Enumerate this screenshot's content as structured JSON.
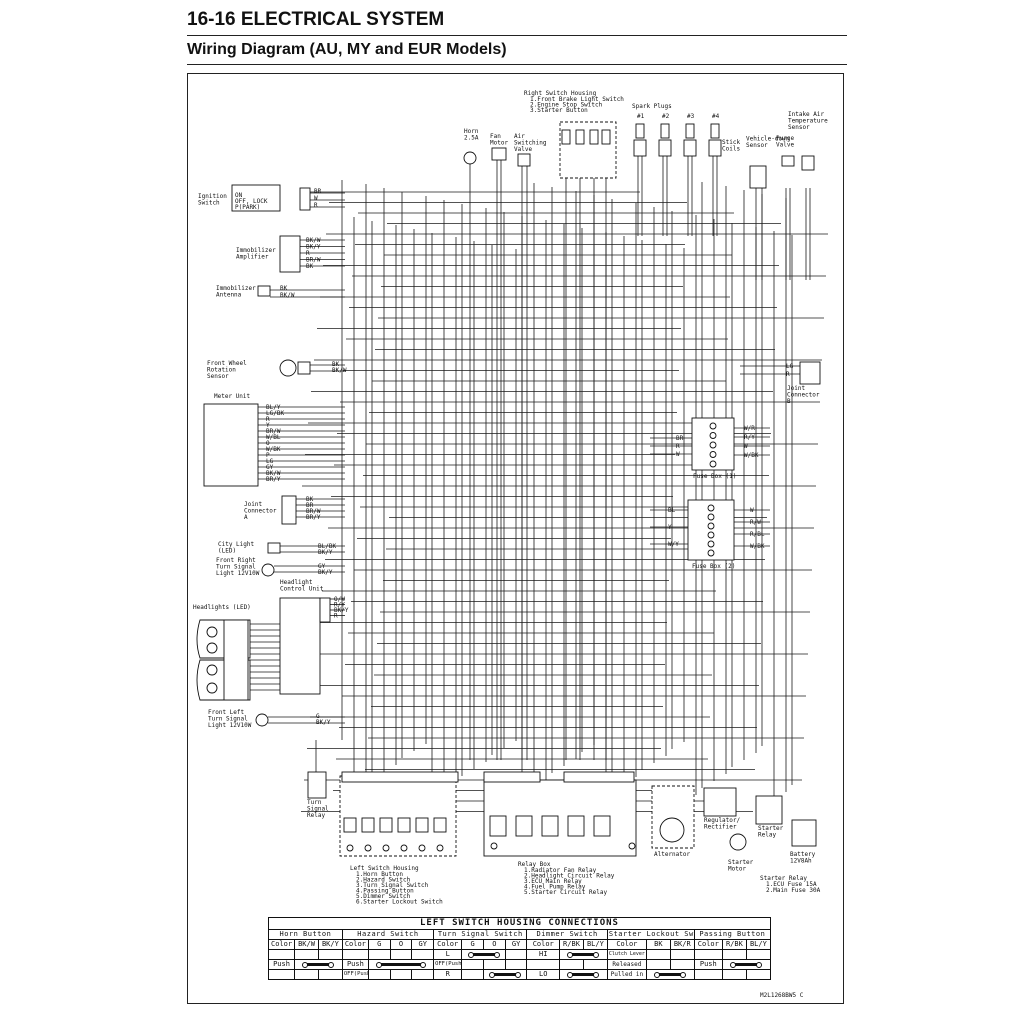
{
  "header": {
    "section": "16-16 ELECTRICAL SYSTEM",
    "title": "Wiring Diagram (AU, MY and EUR Models)"
  },
  "diagram": {
    "components": {
      "ignition_switch": "Ignition Switch",
      "immobilizer_amplifier": "Immobilizer Amplifier",
      "immobilizer_antenna": "Immobilizer Antenna",
      "front_wheel_sensor": "Front Wheel Rotation Sensor",
      "meter_unit": "Meter Unit",
      "joint_connector_a": "Joint Connector A",
      "city_light": "City Light (LED)",
      "front_right_turn": "Front Right Turn Signal Light 12V10W",
      "headlight_control": "Headlight Control Unit",
      "headlights": "Headlights (LED)",
      "front_left_turn": "Front Left Turn Signal Light 12V10W",
      "turn_signal_relay": "Turn Signal Relay",
      "horn": "Horn 2.5A",
      "fan_motor": "Fan Motor",
      "air_switching_valve": "Air Switching Valve",
      "right_switch_housing": "Right Switch Housing",
      "right_switch_items": [
        "1.Front Brake Light Switch",
        "2.Engine Stop Switch",
        "3.Starter Button"
      ],
      "spark_plugs": "Spark Plugs",
      "plug_numbers": [
        "#1",
        "#2",
        "#3",
        "#4"
      ],
      "stick_coils": "Stick Coils",
      "vehicle_down_sensor": "Vehicle-down Sensor",
      "intake_air_temp_sensor": "Intake Air Temperature Sensor",
      "purge_valve": "Purge Valve",
      "joint_connector_b": "Joint Connector B",
      "fuse_box_1": "Fuse Box (1)",
      "fuse_box_2": "Fuse Box (2)",
      "left_switch_housing": "Left Switch Housing",
      "left_switch_items": [
        "1.Horn Button",
        "2.Hazard Switch",
        "3.Turn Signal Switch",
        "4.Passing Button",
        "5.Dimmer Switch",
        "6.Starter Lockout Switch"
      ],
      "relay_box": "Relay Box",
      "relay_box_items": [
        "1.Radiator Fan Relay",
        "2.Headlight Circuit Relay",
        "3.ECU Main Relay",
        "4.Fuel Pump Relay",
        "5.Starter Circuit Relay"
      ],
      "alternator": "Alternator",
      "regulator": "Regulator/ Rectifier",
      "starter_relay": "Starter Relay",
      "starter_motor": "Starter Motor",
      "battery": "Battery 12V8Ah",
      "starter_relay_items": [
        "1.ECU Fuse 15A",
        "2.Main Fuse 30A"
      ]
    },
    "ignition_switch_table": {
      "headers": [
        "",
        "BR",
        "W",
        "R"
      ],
      "rows": [
        [
          "ON",
          "",
          "",
          ""
        ],
        [
          "OFF, LOCK",
          "",
          "",
          ""
        ],
        [
          "P(PARK)",
          "",
          "",
          ""
        ]
      ]
    },
    "wire_colors": {
      "ignition": [
        "BR",
        "W",
        "R"
      ],
      "immobilizer_amp": [
        "BK/W",
        "BK/Y",
        "R",
        "BR/W",
        "BK"
      ],
      "immobilizer_ant": [
        "BK",
        "BK/W"
      ],
      "front_wheel": [
        "BK",
        "BK/W"
      ],
      "meter": [
        "BL/Y",
        "LG/BK",
        "R",
        "Y",
        "BR/W",
        "W/BL",
        "O",
        "W/BK",
        "P",
        "LG",
        "GY",
        "BK/W",
        "BR/Y"
      ],
      "joint_a": [
        "BK",
        "BR",
        "BR/W",
        "BR/Y"
      ],
      "city_light": [
        "BL/BK",
        "BK/Y"
      ],
      "front_right": [
        "GY",
        "BK/Y"
      ],
      "headlight_ctrl": [
        "O/W",
        "R/Y",
        "BK/Y",
        "R"
      ],
      "front_left": [
        "G",
        "BK/Y"
      ],
      "joint_b": [
        "LG",
        "R"
      ],
      "fuse1_left": [
        "BR",
        "R",
        "W"
      ],
      "fuse1_right": [
        "W/R",
        "R/Y",
        "W",
        "W/BK"
      ],
      "fuse2_left": [
        "BL",
        "Y",
        "W/Y"
      ],
      "fuse2_right": [
        "W",
        "R/W",
        "R/BL",
        "W/BK"
      ]
    },
    "figure_code": "M2L1268BW5 C"
  },
  "table": {
    "title": "LEFT SWITCH HOUSING CONNECTIONS",
    "groups": [
      "Horn Button",
      "Hazard Switch",
      "Turn Signal Switch",
      "Dimmer Switch",
      "Starter Lockout Switch",
      "Passing Button"
    ],
    "color_label": "Color",
    "horn_colors": [
      "BK/W",
      "BK/Y"
    ],
    "hazard_colors": [
      "G",
      "O",
      "GY"
    ],
    "turn_colors": [
      "G",
      "O",
      "GY"
    ],
    "dimmer_colors": [
      "R/BK",
      "BL/Y"
    ],
    "lockout_colors": [
      "BK",
      "BK/R"
    ],
    "passing_colors": [
      "R/BK",
      "BL/Y"
    ],
    "row1": {
      "turn": "L",
      "dimmer": "HI",
      "lockout": "Clutch Lever"
    },
    "row2": {
      "horn": "Push",
      "hazard": "Push",
      "turn": "OFF(Push)",
      "lockout": "Released",
      "passing": "Push"
    },
    "row3": {
      "hazard": "OFF(Push)",
      "turn": "R",
      "dimmer": "LO",
      "lockout": "Pulled in"
    }
  }
}
